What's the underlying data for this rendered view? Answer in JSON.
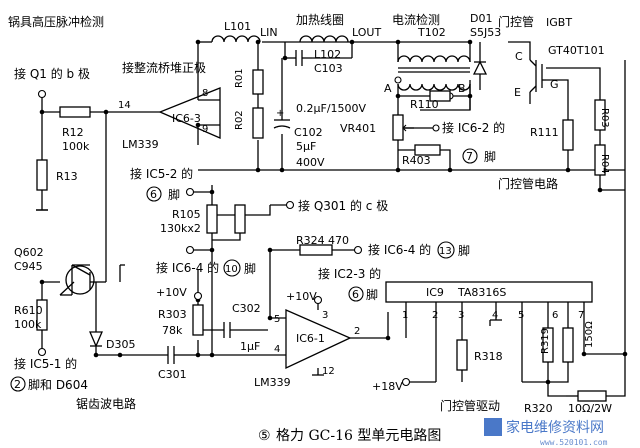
{
  "title_labels": {
    "pulse_detect": "锅具高压脉冲检测",
    "rect_bridge": "接整流桥堆正极",
    "heating_coil": "加热线圈",
    "current_detect": "电流检测",
    "gate_tube": "门控管",
    "igbt": "IGBT",
    "gate_circuit": "门控管电路",
    "sawtooth": "锯齿波电路",
    "gate_drive": "门控管驱动"
  },
  "components": {
    "L101": "L101",
    "LIN": "LIN",
    "L102": "L102",
    "C103": "C103",
    "LOUT": "LOUT",
    "T102": "T102",
    "D01": "D01",
    "S5J53": "S5J53",
    "GT40T101": "GT40T101",
    "C_pin": "C",
    "G_pin": "G",
    "E_pin": "E",
    "A_node": "A",
    "B_node": "B",
    "R01": "R01",
    "R02": "R02",
    "C103_val": "0.2μF/1500V",
    "C102": "C102",
    "C102_val1": "5μF",
    "C102_val2": "400V",
    "R110": "R110",
    "VR401": "VR401",
    "R403": "R403",
    "R111": "R111",
    "R03": "R03",
    "R04": "R04",
    "R12": "R12",
    "R12_val": "100k",
    "R13": "R13",
    "IC6_3": "IC6-3",
    "LM339_a": "LM339",
    "pin14": "14",
    "pin8": "8",
    "pin9": "9",
    "R105": "R105",
    "R105_val": "130kx2",
    "Q602": "Q602",
    "C945": "C945",
    "R610": "R610",
    "R610_val": "100k",
    "D305": "D305",
    "C301": "C301",
    "R303": "R303",
    "R303_val": "78k",
    "C302": "C302",
    "C302_val": "1μF",
    "R324": "R324",
    "R324_val": "470",
    "plus10v_a": "+10V",
    "plus10v_b": "+10V",
    "IC6_1": "IC6-1",
    "LM339_b": "LM339",
    "pin5": "5",
    "pin4": "4",
    "pin3": "3",
    "pin2": "2",
    "pin12": "12",
    "IC9": "IC9",
    "TA8316S": "TA8316S",
    "ic9_pins": [
      "1",
      "2",
      "3",
      "4",
      "5",
      "6",
      "7"
    ],
    "R318": "R318",
    "R319": "R319",
    "val_150": "150Ω",
    "plus18v": "+18V",
    "R320": "R320",
    "R320_val": "10Ω/2W"
  },
  "connections": {
    "to_q1": "接 Q1 的 b 极",
    "to_ic6_2_a": "接 IC6-2 的",
    "num_7": "7",
    "foot_a": "脚",
    "to_ic5_2": "接 IC5-2 的",
    "num_6a": "6",
    "foot_b": "脚",
    "to_q301": "接 Q301 的 c 极",
    "to_ic6_4_13": "接 IC6-4 的",
    "num_13": "13",
    "foot_c": "脚",
    "to_ic6_4_10": "接 IC6-4 的",
    "num_10": "10",
    "foot_d": "脚",
    "to_ic2_3": "接 IC2-3 的",
    "num_6b": "6",
    "foot_e": "脚",
    "to_ic5_1": "接 IC5-1 的",
    "num_2": "2",
    "to_d604": "脚和 D604"
  },
  "caption": {
    "circled_num": "⑤",
    "text": "格力 GC-16 型单元电路图"
  },
  "watermark": {
    "text": "家电维修资料网",
    "url": "www.520101.com"
  }
}
